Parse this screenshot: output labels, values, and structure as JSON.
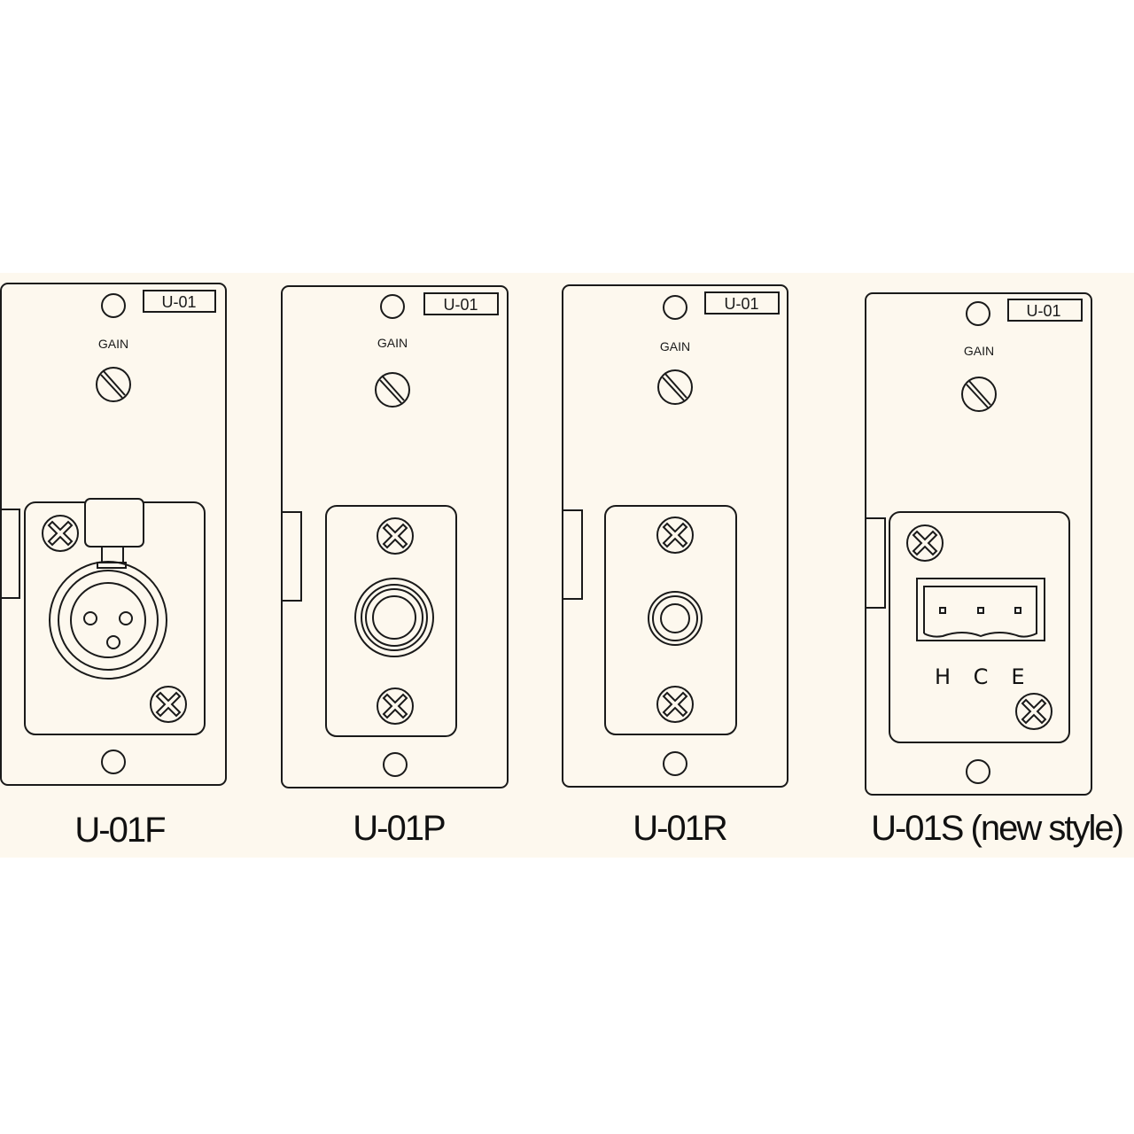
{
  "colors": {
    "band": "#fdf8ee",
    "line": "#1a1a1a"
  },
  "panel_tag": "U-01",
  "gain_label": "GAIN",
  "modules": [
    {
      "name": "U-01F",
      "connector": "xlr-female"
    },
    {
      "name": "U-01P",
      "connector": "phone-jack"
    },
    {
      "name": "U-01R",
      "connector": "rca-jack"
    },
    {
      "name": "U-01S (new style)",
      "connector": "terminal-block"
    }
  ],
  "terminal_labels": [
    "H",
    "C",
    "E"
  ]
}
